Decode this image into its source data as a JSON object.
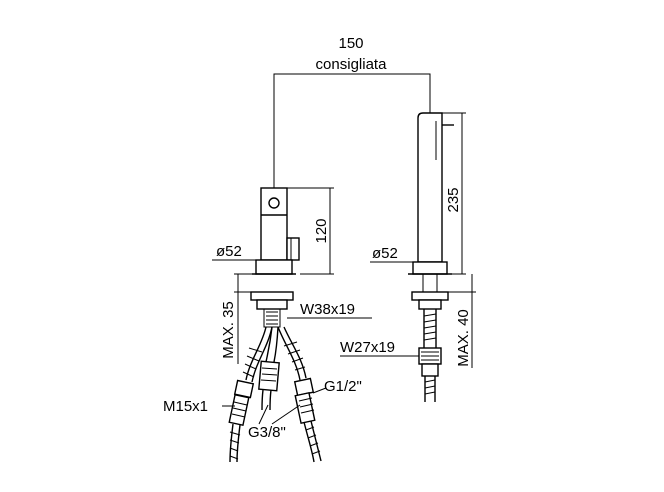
{
  "dimensions": {
    "spacing_value": "150",
    "spacing_note": "consigliata",
    "mixer_height": "120",
    "spout_height": "235",
    "mixer_diameter": "ø52",
    "spout_diameter": "ø52",
    "mixer_max_thickness": "MAX. 35",
    "spout_max_thickness": "MAX. 40",
    "mixer_nut": "W38x19",
    "spout_nut": "W27x19",
    "hose_m15": "M15x1",
    "hose_g12": "G1/2\"",
    "hose_g38": "G3/8\""
  }
}
